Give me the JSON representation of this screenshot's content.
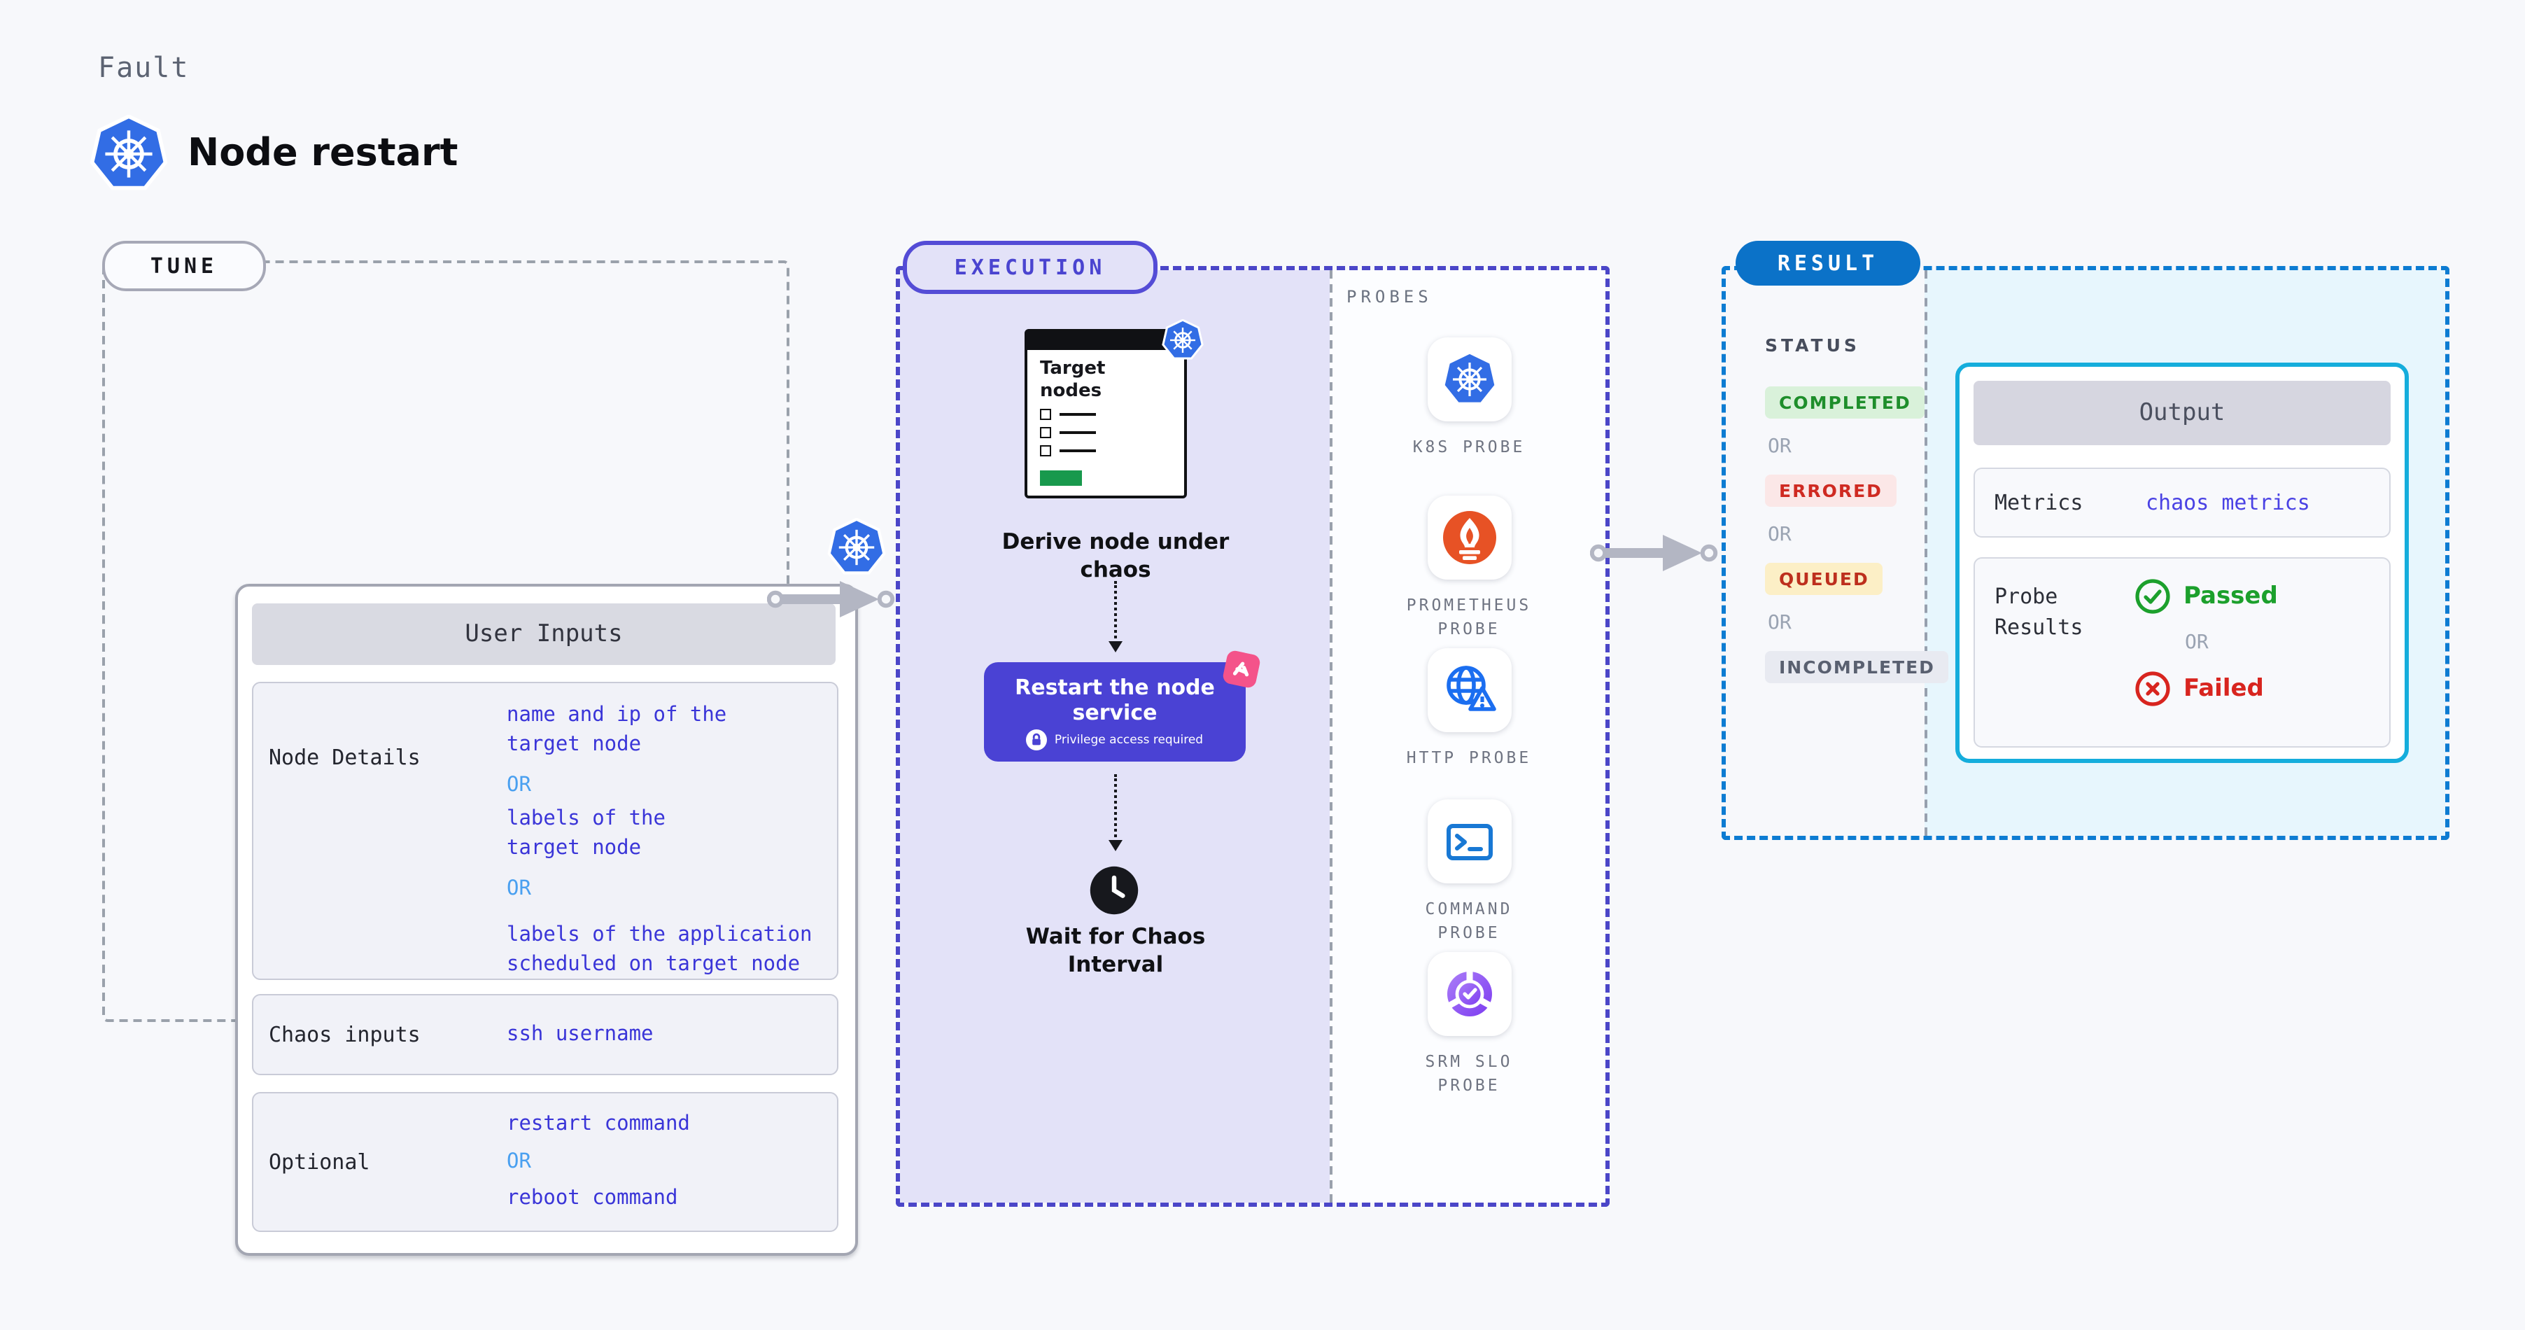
{
  "header": {
    "eyebrow": "Fault",
    "title": "Node restart"
  },
  "tune": {
    "badge": "TUNE",
    "card_title": "User Inputs",
    "rows": [
      {
        "label": "Node Details",
        "value1": "name and ip of the\ntarget node",
        "or1": "OR",
        "value2": "labels of the\ntarget node",
        "or2": "OR",
        "value3": "labels of the application\nscheduled on target node"
      },
      {
        "label": "Chaos inputs",
        "value1": "ssh username"
      },
      {
        "label": "Optional",
        "value1": "restart command",
        "or1": "OR",
        "value2": "reboot command"
      }
    ]
  },
  "execution": {
    "badge": "EXECUTION",
    "probes_heading": "PROBES",
    "target_card_title": "Target\nnodes",
    "step1": "Derive node under\nchaos",
    "step2_title": "Restart the node\nservice",
    "step2_note": "Privilege access required",
    "step3": "Wait for Chaos\nInterval",
    "probes": [
      {
        "label": "K8S PROBE",
        "icon": "kubernetes-icon"
      },
      {
        "label": "PROMETHEUS PROBE",
        "icon": "prometheus-icon"
      },
      {
        "label": "HTTP PROBE",
        "icon": "http-globe-icon"
      },
      {
        "label": "COMMAND PROBE",
        "icon": "terminal-icon"
      },
      {
        "label": "SRM SLO PROBE",
        "icon": "slo-gauge-icon"
      }
    ]
  },
  "result": {
    "badge": "RESULT",
    "status_heading": "STATUS",
    "or_label": "OR",
    "statuses": [
      {
        "label": "COMPLETED",
        "bg": "#d9f1da",
        "color": "#1e8e2b"
      },
      {
        "label": "ERRORED",
        "bg": "#fbe7e7",
        "color": "#cf2a22"
      },
      {
        "label": "QUEUED",
        "bg": "#fcefc6",
        "color": "#bd2f1d"
      },
      {
        "label": "INCOMPLETED",
        "bg": "#e8eaf1",
        "color": "#596070"
      }
    ],
    "output": {
      "title": "Output",
      "metrics_label": "Metrics",
      "metrics_value": "chaos metrics",
      "probe_results_label": "Probe Results",
      "passed": "Passed",
      "or_label": "OR",
      "failed": "Failed"
    }
  },
  "colors": {
    "page_bg": "#f7f8fb",
    "kubernetes_blue": "#326de5",
    "indigo_accent": "#4a42d4",
    "execution_fill": "#e3e2f8",
    "value_indigo": "#3a35d8",
    "or_light_blue": "#4aa0f0",
    "result_blue": "#0b72c8",
    "result_fill": "#e7f6fd",
    "output_border": "#15addc",
    "passed_green": "#1ca02c",
    "failed_red": "#d8251f",
    "prometheus_orange": "#e75225",
    "srm_purple": "#8b4df2",
    "litmus_pink": "#f4538a",
    "target_button_green": "#18994d"
  }
}
